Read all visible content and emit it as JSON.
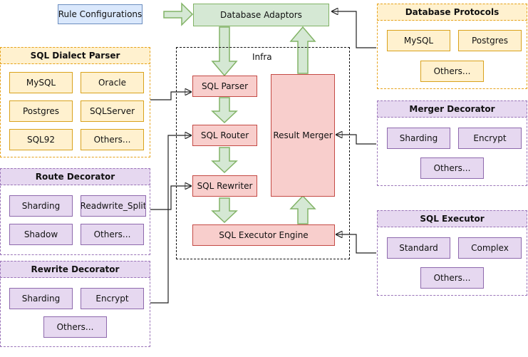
{
  "top": {
    "rule_configurations": "Rule Configurations",
    "database_adaptors": "Database Adaptors"
  },
  "infra": {
    "label": "Infra",
    "sql_parser": "SQL Parser",
    "sql_router": "SQL Router",
    "sql_rewriter": "SQL Rewriter",
    "sql_executor_engine": "SQL Executor Engine",
    "result_merger": "Result Merger"
  },
  "sql_dialect_parser": {
    "title": "SQL Dialect Parser",
    "items": [
      "MySQL",
      "Oracle",
      "Postgres",
      "SQLServer",
      "SQL92",
      "Others..."
    ]
  },
  "route_decorator": {
    "title": "Route Decorator",
    "items": [
      "Sharding",
      "Readwrite_Split",
      "Shadow",
      "Others..."
    ]
  },
  "rewrite_decorator": {
    "title": "Rewrite Decorator",
    "items": [
      "Sharding",
      "Encrypt",
      "Others..."
    ]
  },
  "database_protocols": {
    "title": "Database Protocols",
    "items": [
      "MySQL",
      "Postgres",
      "Others..."
    ]
  },
  "merger_decorator": {
    "title": "Merger Decorator",
    "items": [
      "Sharding",
      "Encrypt",
      "Others..."
    ]
  },
  "sql_executor": {
    "title": "SQL Executor",
    "items": [
      "Standard",
      "Complex",
      "Others..."
    ]
  },
  "colors": {
    "orange": "#e6a21a",
    "purple": "#9a74b8",
    "red": "#c44a45",
    "green": "#82b366",
    "blue": "#6c8ebf"
  }
}
